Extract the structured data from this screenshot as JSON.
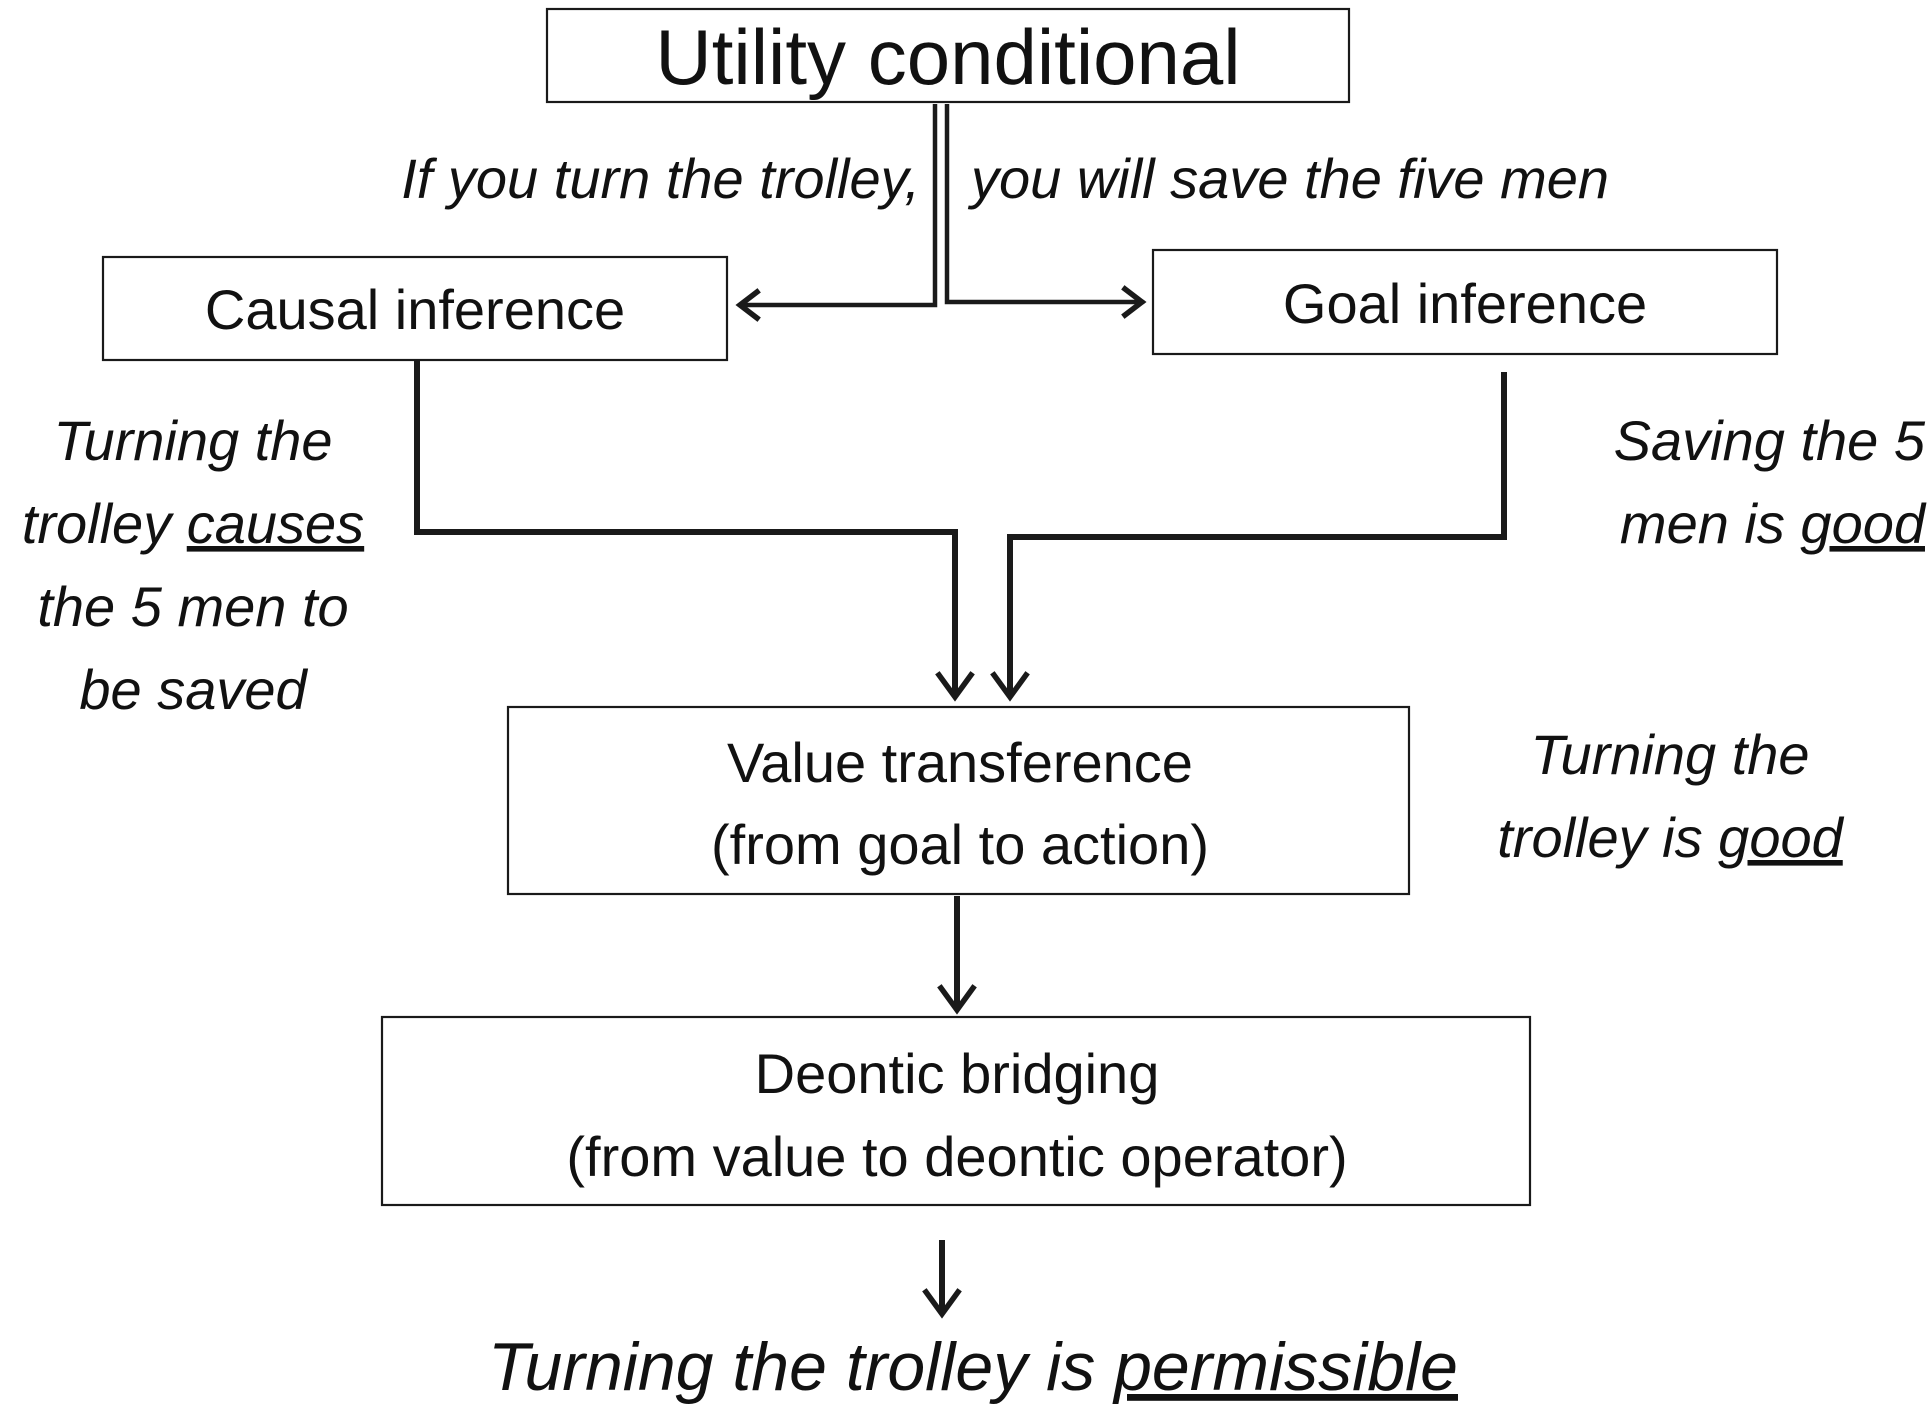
{
  "boxes": {
    "utility": "Utility conditional",
    "causal": "Causal inference",
    "goal": "Goal inference",
    "value_line1": "Value transference",
    "value_line2": "(from goal to action)",
    "deontic_line1": "Deontic bridging",
    "deontic_line2": "(from value to deontic operator)"
  },
  "annotations": {
    "antecedent": "If you turn the trolley,",
    "consequent": "you will save the five men",
    "causal_line1": "Turning the",
    "causal_line2_pre": "trolley ",
    "causal_line2_ul": "causes",
    "causal_line3": "the 5 men to",
    "causal_line4": "be saved",
    "goal_line1": "Saving the 5",
    "goal_line2_pre": "men is ",
    "goal_line2_ul": "good",
    "value_line1": "Turning the",
    "value_line2_pre": "trolley is ",
    "value_line2_ul": "good"
  },
  "conclusion": {
    "pre": "Turning the trolley is ",
    "ul": "permissible"
  }
}
